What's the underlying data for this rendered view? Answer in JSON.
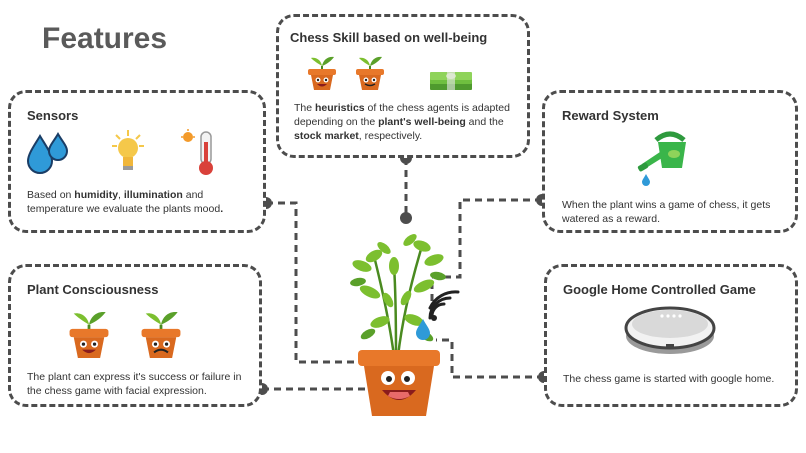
{
  "page": {
    "title": "Features"
  },
  "cards": {
    "chess": {
      "title": "Chess Skill based on well-being",
      "text": [
        {
          "t": "The "
        },
        {
          "t": "heuristics",
          "b": true
        },
        {
          "t": " of the chess agents is adapted depending on the "
        },
        {
          "t": "plant's well-being",
          "b": true
        },
        {
          "t": " and the "
        },
        {
          "t": "stock market",
          "b": true
        },
        {
          "t": ", respectively."
        }
      ]
    },
    "sensors": {
      "title": "Sensors",
      "text": [
        {
          "t": "Based on "
        },
        {
          "t": "humidity",
          "b": true
        },
        {
          "t": ", "
        },
        {
          "t": "illumination",
          "b": true
        },
        {
          "t": " and temperature we evaluate the plants mood"
        },
        {
          "t": ".",
          "b": true
        }
      ]
    },
    "reward": {
      "title": "Reward System",
      "text": [
        {
          "t": "When the plant wins a game of chess, it gets watered as a reward."
        }
      ]
    },
    "consciousness": {
      "title": "Plant Consciousness",
      "text": [
        {
          "t": "The plant can express it's success or failure in the chess game with facial expression."
        }
      ]
    },
    "google": {
      "title": "Google Home Controlled Game",
      "text": [
        {
          "t": "The chess game is started with google home."
        }
      ]
    }
  },
  "icons": [
    "happy-pot-icon",
    "smiling-pot-icon",
    "money-stack-icon",
    "water-drops-icon",
    "light-bulb-icon",
    "thermometer-icon",
    "watering-can-icon",
    "sad-pot-icon",
    "google-home-speaker-icon",
    "wifi-signal-icon",
    "central-plant-icon"
  ],
  "colors": {
    "border": "#4d4d4d",
    "pot": "#e8782a",
    "leaf": "#7cbf2f",
    "watering_can": "#3ab54a",
    "water": "#2f9ad8",
    "bulb": "#f5c84a",
    "thermometer": "#d9413a",
    "money": "#6fbf3f"
  }
}
